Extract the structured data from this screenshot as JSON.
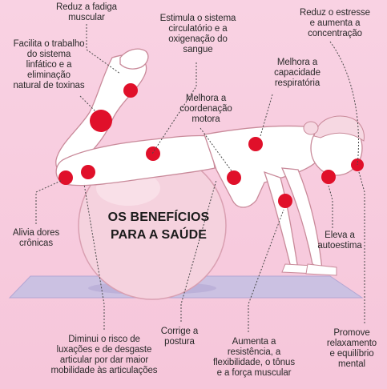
{
  "title": {
    "line1": "OS BENEFÍCIOS",
    "line2": "PARA A SAÚDE"
  },
  "benefits": [
    {
      "lines": [
        "Reduz a fadiga",
        "muscular"
      ]
    },
    {
      "lines": [
        "Estimula o sistema",
        "circulatório e a",
        "oxigenação do",
        "sangue"
      ]
    },
    {
      "lines": [
        "Reduz o estresse",
        "e aumenta a",
        "concentração"
      ]
    },
    {
      "lines": [
        "Facilita o trabalho",
        "do sistema",
        "linfático e a",
        "eliminação",
        "natural de toxinas"
      ]
    },
    {
      "lines": [
        "Melhora a",
        "capacidade",
        "respiratória"
      ]
    },
    {
      "lines": [
        "Melhora a",
        "coordenação",
        "motora"
      ]
    },
    {
      "lines": [
        "Alivia dores",
        "crônicas"
      ]
    },
    {
      "lines": [
        "Eleva a",
        "autoestima"
      ]
    },
    {
      "lines": [
        "Diminui o risco de",
        "luxações e de desgaste",
        "articular por dar maior",
        "mobilidade às articulações"
      ]
    },
    {
      "lines": [
        "Corrige a",
        "postura"
      ]
    },
    {
      "lines": [
        "Aumenta a",
        "resistência, a",
        "flexibilidade, o tônus",
        "e a força muscular"
      ]
    },
    {
      "lines": [
        "Promove",
        "relaxamento",
        "e equilíbrio",
        "mental"
      ]
    }
  ],
  "colors": {
    "background": "#f7c9dc",
    "dot": "#e0102a",
    "ball": "#f3cbd8",
    "mat": "#c9bfe0",
    "body": "#ffffff",
    "outline": "#c98a9a"
  }
}
